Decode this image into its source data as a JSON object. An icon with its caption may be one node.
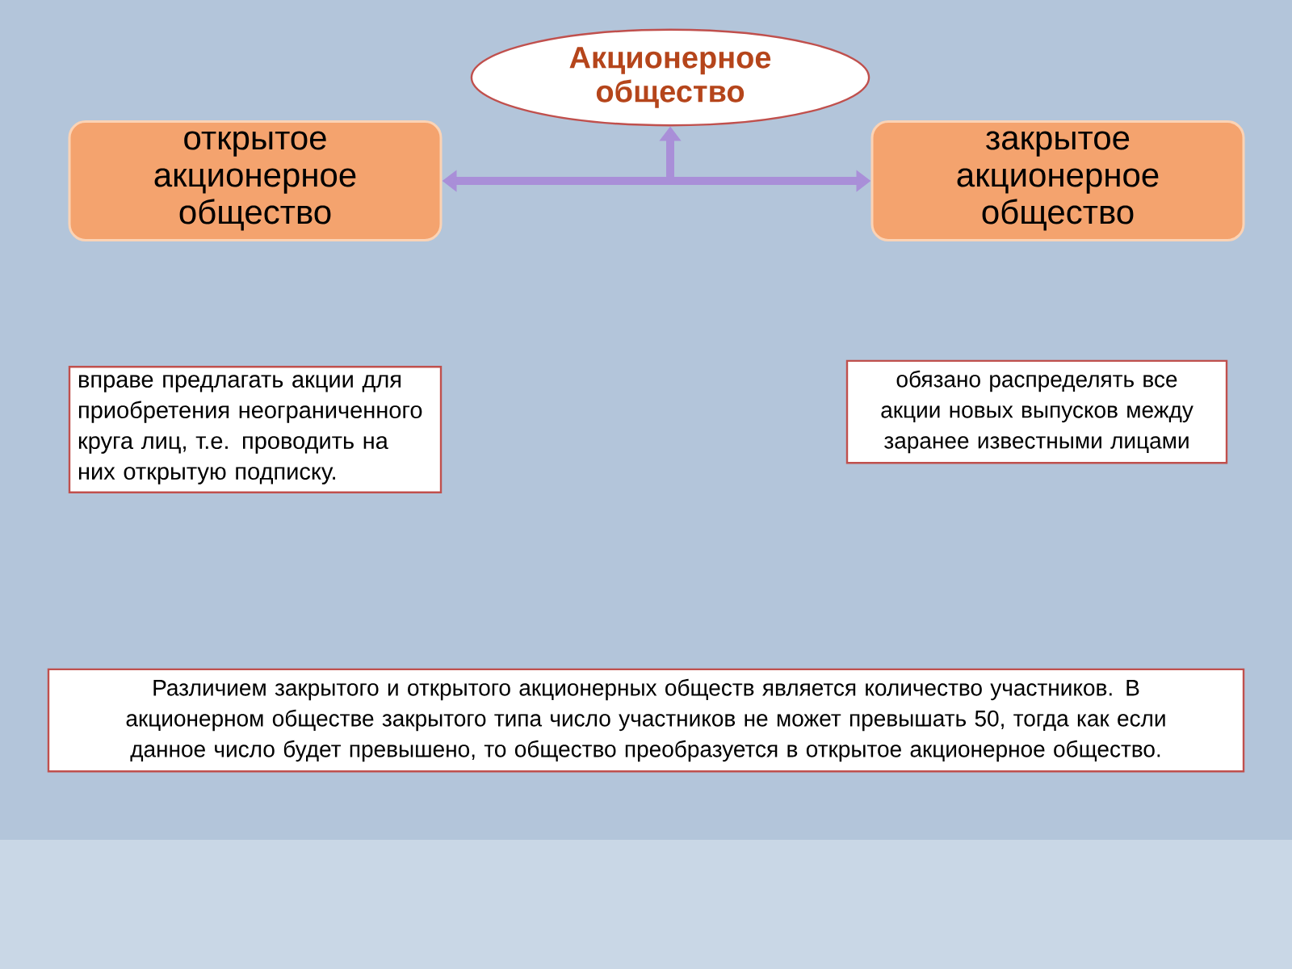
{
  "diagram": {
    "nodes": [
      {
        "text": [
          "Акционерное общество"
        ]
      },
      {
        "text": [
          "открытое акционерное общество"
        ]
      },
      {
        "text": [
          "закрытое акционерное общество"
        ]
      },
      {
        "text": [
          "вправе предлагать акции для приобретения неограниченного круга лиц, т.е. проводить на них открытую подписку."
        ]
      },
      {
        "text": [
          "обязано распределять все акции новых выпусков между заранее известными лицами"
        ]
      },
      {
        "text": [
          "Различием закрытого и открытого акционерных обществ является количество участников. В акционерном обществе закрытого типа число участников не может превышать 50, тогда как если данное число будет превышено, то общество преобразуется в открытое акционерное общество."
        ]
      }
    ],
    "edges": [
      {
        "from": 1,
        "to": 2,
        "arrow": "both"
      },
      {
        "from": null,
        "to": 0,
        "arrow": "to"
      }
    ]
  }
}
